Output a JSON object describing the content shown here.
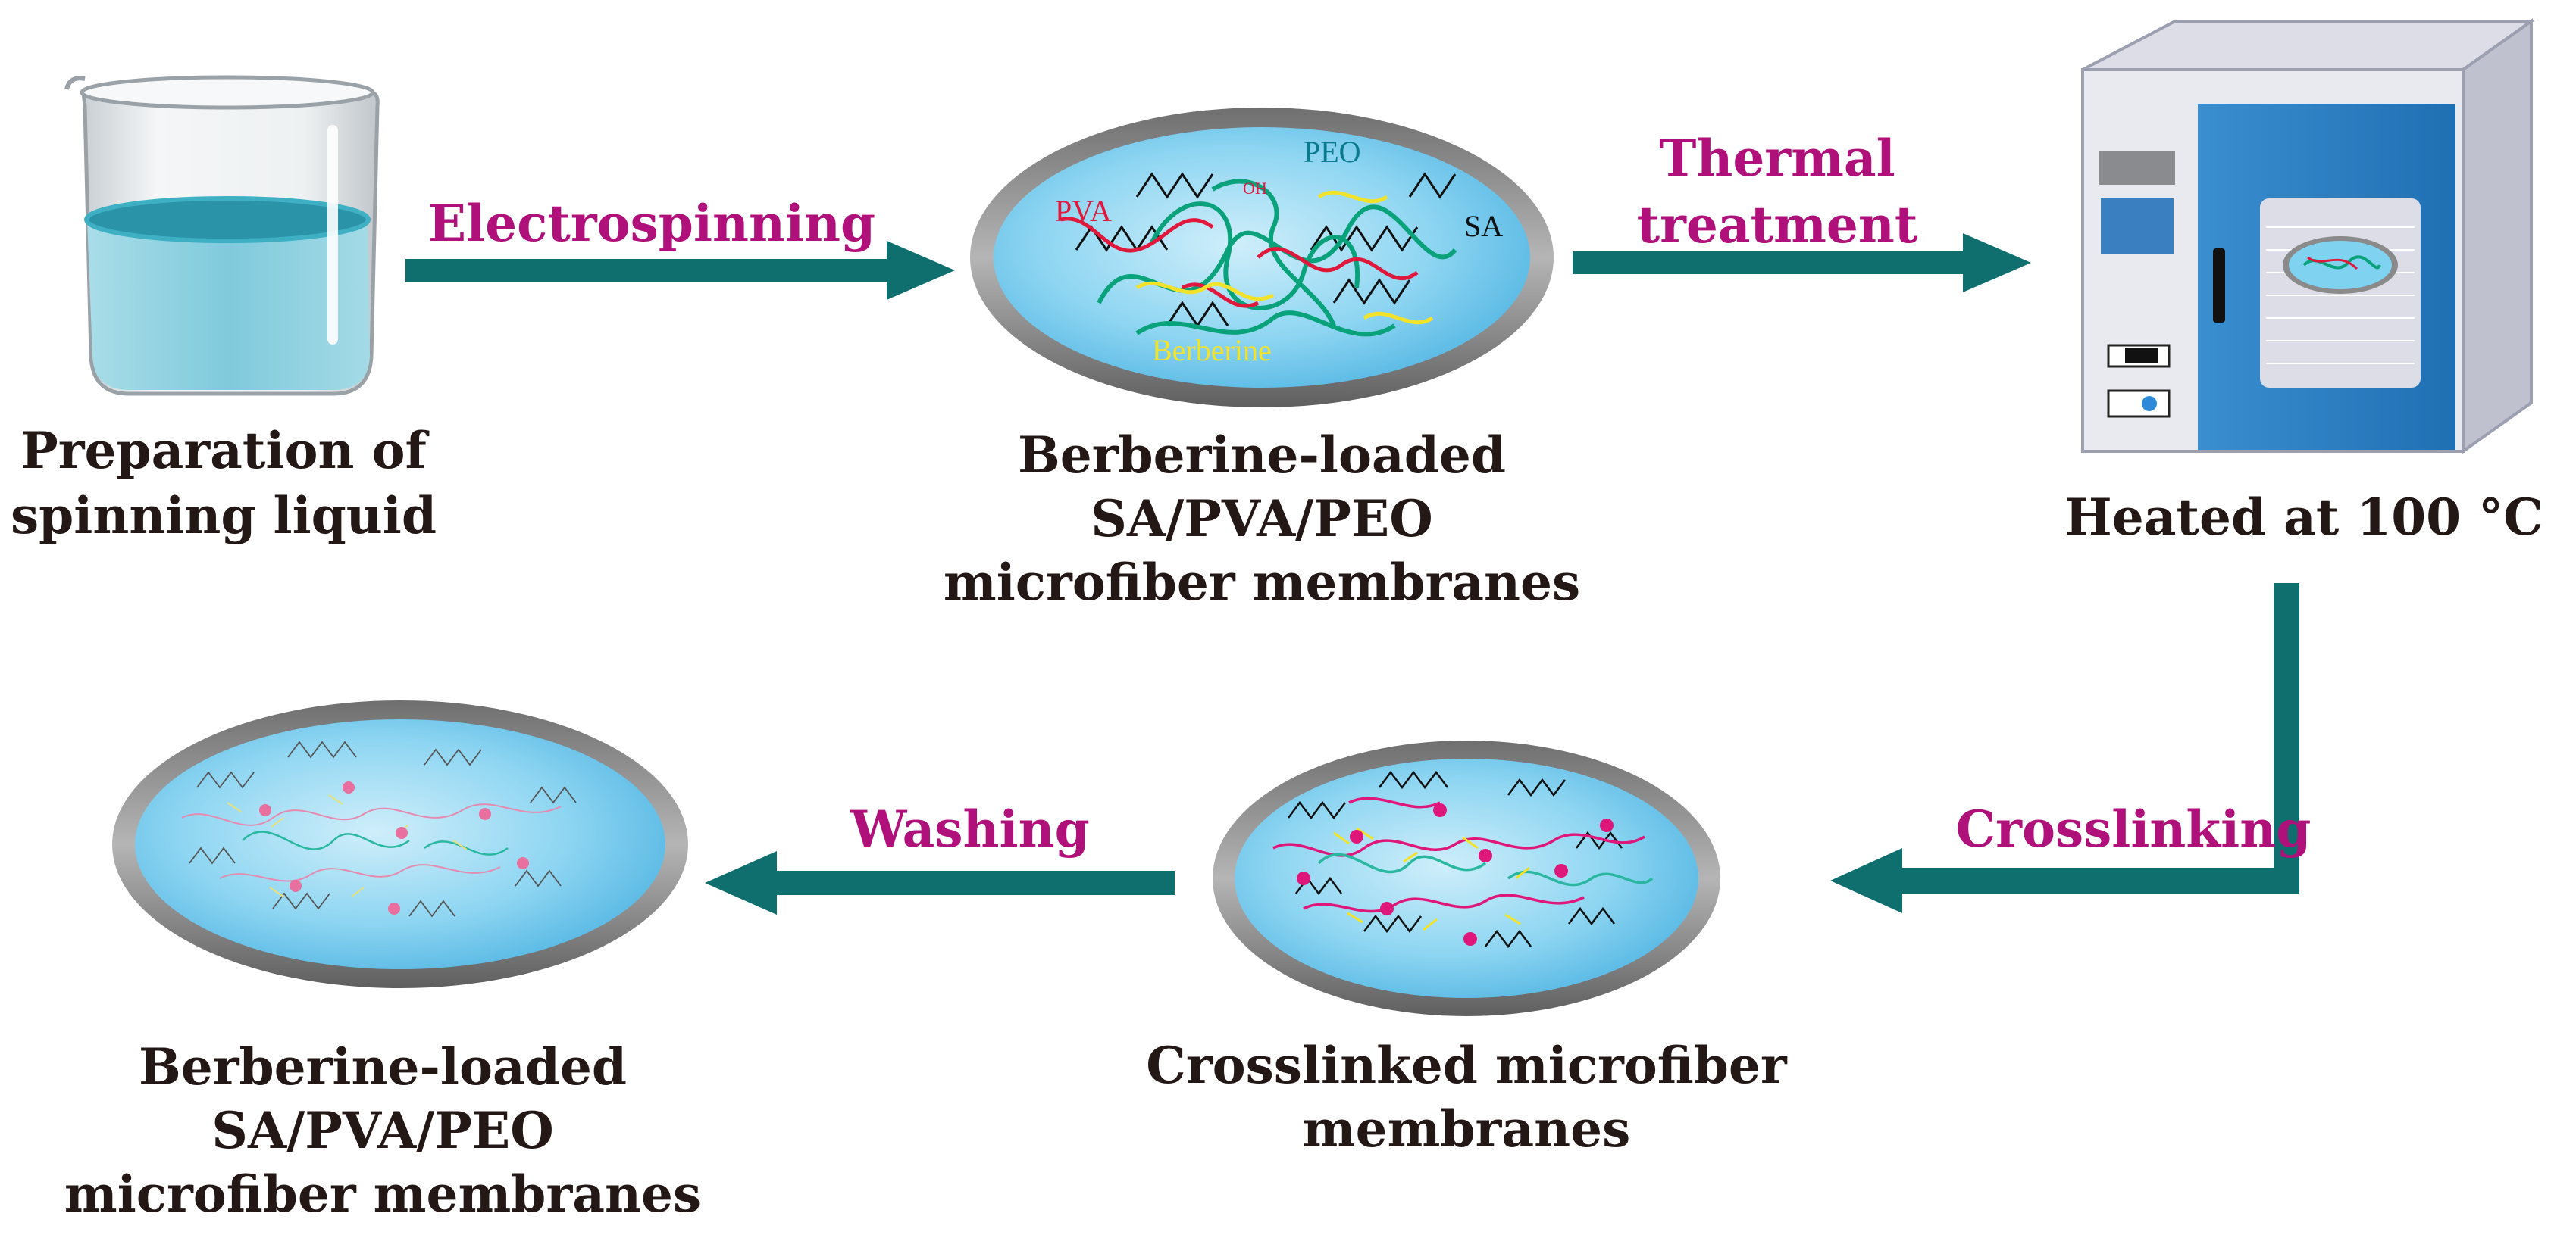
{
  "steps": {
    "electrospinning": "Electrospinning",
    "thermal_line1": "Thermal",
    "thermal_line2": "treatment",
    "crosslinking": "Crosslinking",
    "washing": "Washing"
  },
  "captions": {
    "beaker": [
      "Preparation of",
      "spinning liquid"
    ],
    "membrane_top": [
      "Berberine-loaded",
      "SA/PVA/PEO",
      "microfiber membranes"
    ],
    "oven": [
      "Heated at 100 °C"
    ],
    "crosslinked": [
      "Crosslinked microfiber",
      "membranes"
    ],
    "membrane_final": [
      "Berberine-loaded",
      "SA/PVA/PEO",
      "microfiber membranes"
    ]
  },
  "molecule_labels": {
    "peo": "PEO",
    "pva": "PVA",
    "sa": "SA",
    "berberine": "Berberine",
    "oh": "OH"
  },
  "colors": {
    "arrow": "#0f6f6e",
    "step_text": "#b0107a",
    "caption_text": "#231815",
    "membrane_fill": "#7fd3f1",
    "membrane_rim": "#8e8e8e",
    "oven_door": "#2f7fc1",
    "liquid": "#7fcadc",
    "peo_chain": "#0aa27a",
    "pva_chain": "#e0183c",
    "sa_chain": "#111111",
    "berberine": "#f2e32a",
    "crosslink_dot": "#e0177a"
  }
}
